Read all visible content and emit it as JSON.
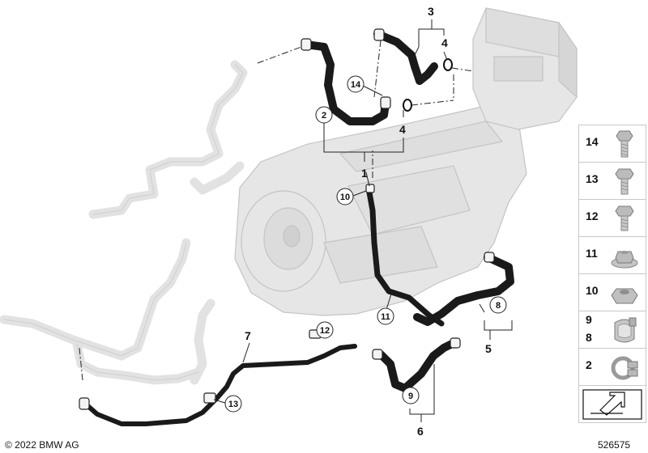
{
  "callouts": {
    "c1": "1",
    "c2": "2",
    "c3": "3",
    "c4a": "4",
    "c4b": "4",
    "c5": "5",
    "c6": "6",
    "c7": "7",
    "c8": "8",
    "c9": "9",
    "c10": "10",
    "c11": "11",
    "c12": "12",
    "c13": "13",
    "c14": "14"
  },
  "parts_legend": [
    {
      "label": "14",
      "icon": "bolt-icon"
    },
    {
      "label": "13",
      "icon": "bolt-icon"
    },
    {
      "label": "12",
      "icon": "bolt-icon"
    },
    {
      "label": "11",
      "icon": "flange-nut-icon"
    },
    {
      "label": "10",
      "icon": "hex-nut-icon"
    },
    {
      "label": "9",
      "label2": "8",
      "icon": "hose-clip-icon"
    },
    {
      "label": "2",
      "icon": "hose-clamp-icon"
    },
    {
      "label": "",
      "icon": "direction-arrow-icon"
    }
  ],
  "footer": {
    "copyright": "© 2022 BMW AG",
    "image_number": "526575"
  },
  "colors": {
    "hose": "#1a1a1a",
    "ghost_part": "#e6e6e6",
    "ghost_outline": "#c4c4c4",
    "line": "#222222"
  }
}
